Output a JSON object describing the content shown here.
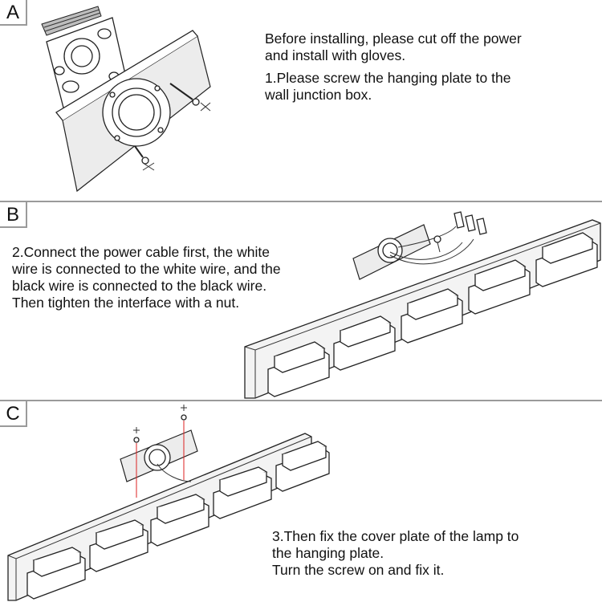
{
  "panels": [
    {
      "letter": "A",
      "text_1": "Before installing, please cut off the power\nand install with gloves.",
      "text_2": "1.Please screw the hanging plate to the\nwall junction box."
    },
    {
      "letter": "B",
      "text": "2.Connect the power cable first, the white\nwire is connected to the white wire, and the\nblack wire is connected to the black wire.\nThen tighten the interface with a nut."
    },
    {
      "letter": "C",
      "text": "3.Then fix the cover plate of the lamp to\nthe hanging plate.\nTurn the screw on and fix it."
    }
  ]
}
